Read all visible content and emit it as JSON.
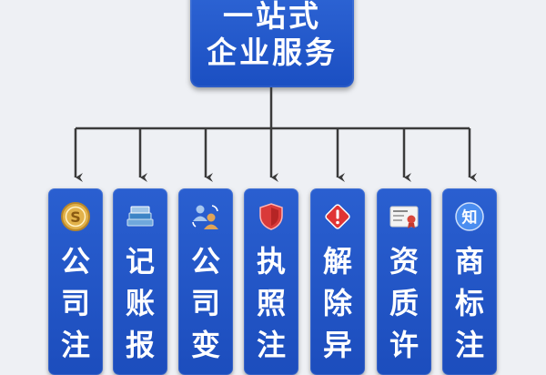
{
  "header": {
    "line1": "一站式",
    "line2": "企业服务"
  },
  "colors": {
    "box_blue": "#1f55c6",
    "connector": "#3a3a3a",
    "background": "#eef0f4"
  },
  "cards": [
    {
      "chars": [
        "公",
        "司",
        "注"
      ],
      "icon": "coin-icon"
    },
    {
      "chars": [
        "记",
        "账",
        "报"
      ],
      "icon": "ledger-book-icon"
    },
    {
      "chars": [
        "公",
        "司",
        "变"
      ],
      "icon": "people-change-icon"
    },
    {
      "chars": [
        "执",
        "照",
        "注"
      ],
      "icon": "shield-icon"
    },
    {
      "chars": [
        "解",
        "除",
        "异"
      ],
      "icon": "alert-icon"
    },
    {
      "chars": [
        "资",
        "质",
        "许"
      ],
      "icon": "certificate-icon"
    },
    {
      "chars": [
        "商",
        "标",
        "注"
      ],
      "icon": "zhi-badge-icon",
      "icon_text": "知"
    }
  ]
}
